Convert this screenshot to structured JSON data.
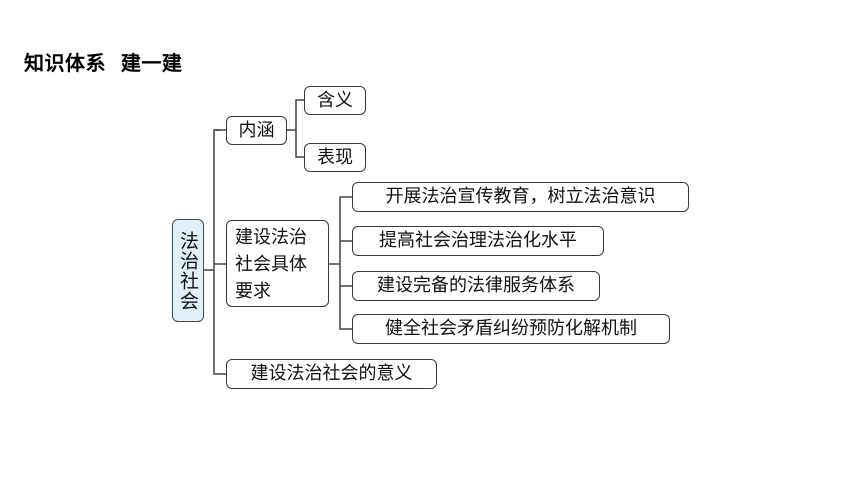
{
  "heading": "知识体系  建一建",
  "root": "法治社会",
  "branches": {
    "neihan": {
      "label": "内涵",
      "children": [
        "含义",
        "表现"
      ]
    },
    "yaoqiu": {
      "label": "建设法治社会具体要求",
      "children": [
        "开展法治宣传教育，树立法治意识",
        "提高社会治理法治化水平",
        "建设完备的法律服务体系",
        "健全社会矛盾纠纷预防化解机制"
      ]
    },
    "yiyi": {
      "label": "建设法治社会的意义"
    }
  }
}
